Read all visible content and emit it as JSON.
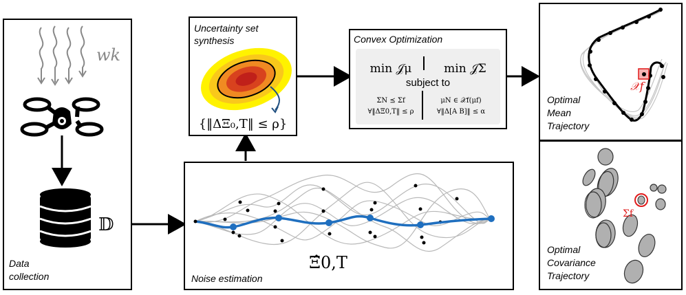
{
  "labels": {
    "data_collection_1": "Data",
    "data_collection_2": "collection",
    "uncertainty_title_1": "Uncertainty set",
    "uncertainty_title_2": "synthesis",
    "uncertainty_formula": "{‖ΔΞ₀,T‖ ≤ ρ}",
    "convex_title": "Convex Optimization",
    "min_mu": "min 𝒥μ",
    "min_sigma": "min 𝒥Σ",
    "subject_to": "subject to",
    "c1_line1": "ΣN ⪯ Σf",
    "c1_line2": "∀‖ΔΞ0,T‖ ≤ ρ",
    "c2_line1": "μN ∈ 𝒳f(μf)",
    "c2_line2": "∀‖Δ[A B]‖ ≤ α",
    "noise_title": "Noise estimation",
    "noise_formula": "Ξ̂0,T",
    "wk": "wk",
    "dataset": "𝔻",
    "mean_title_1": "Optimal",
    "mean_title_2": "Mean",
    "mean_title_3": "Trajectory",
    "xf": "𝒳f",
    "cov_title_1": "Optimal",
    "cov_title_2": "Covariance",
    "cov_title_3": "Trajectory",
    "sigma_f": "Σf"
  },
  "colors": {
    "mean_line": "#1f6fbf",
    "highlight": "#e01b1b",
    "ellipse_outer": "#ffe800",
    "ellipse_mid": "#f5a623",
    "ellipse_inner": "#cc2a1a"
  }
}
